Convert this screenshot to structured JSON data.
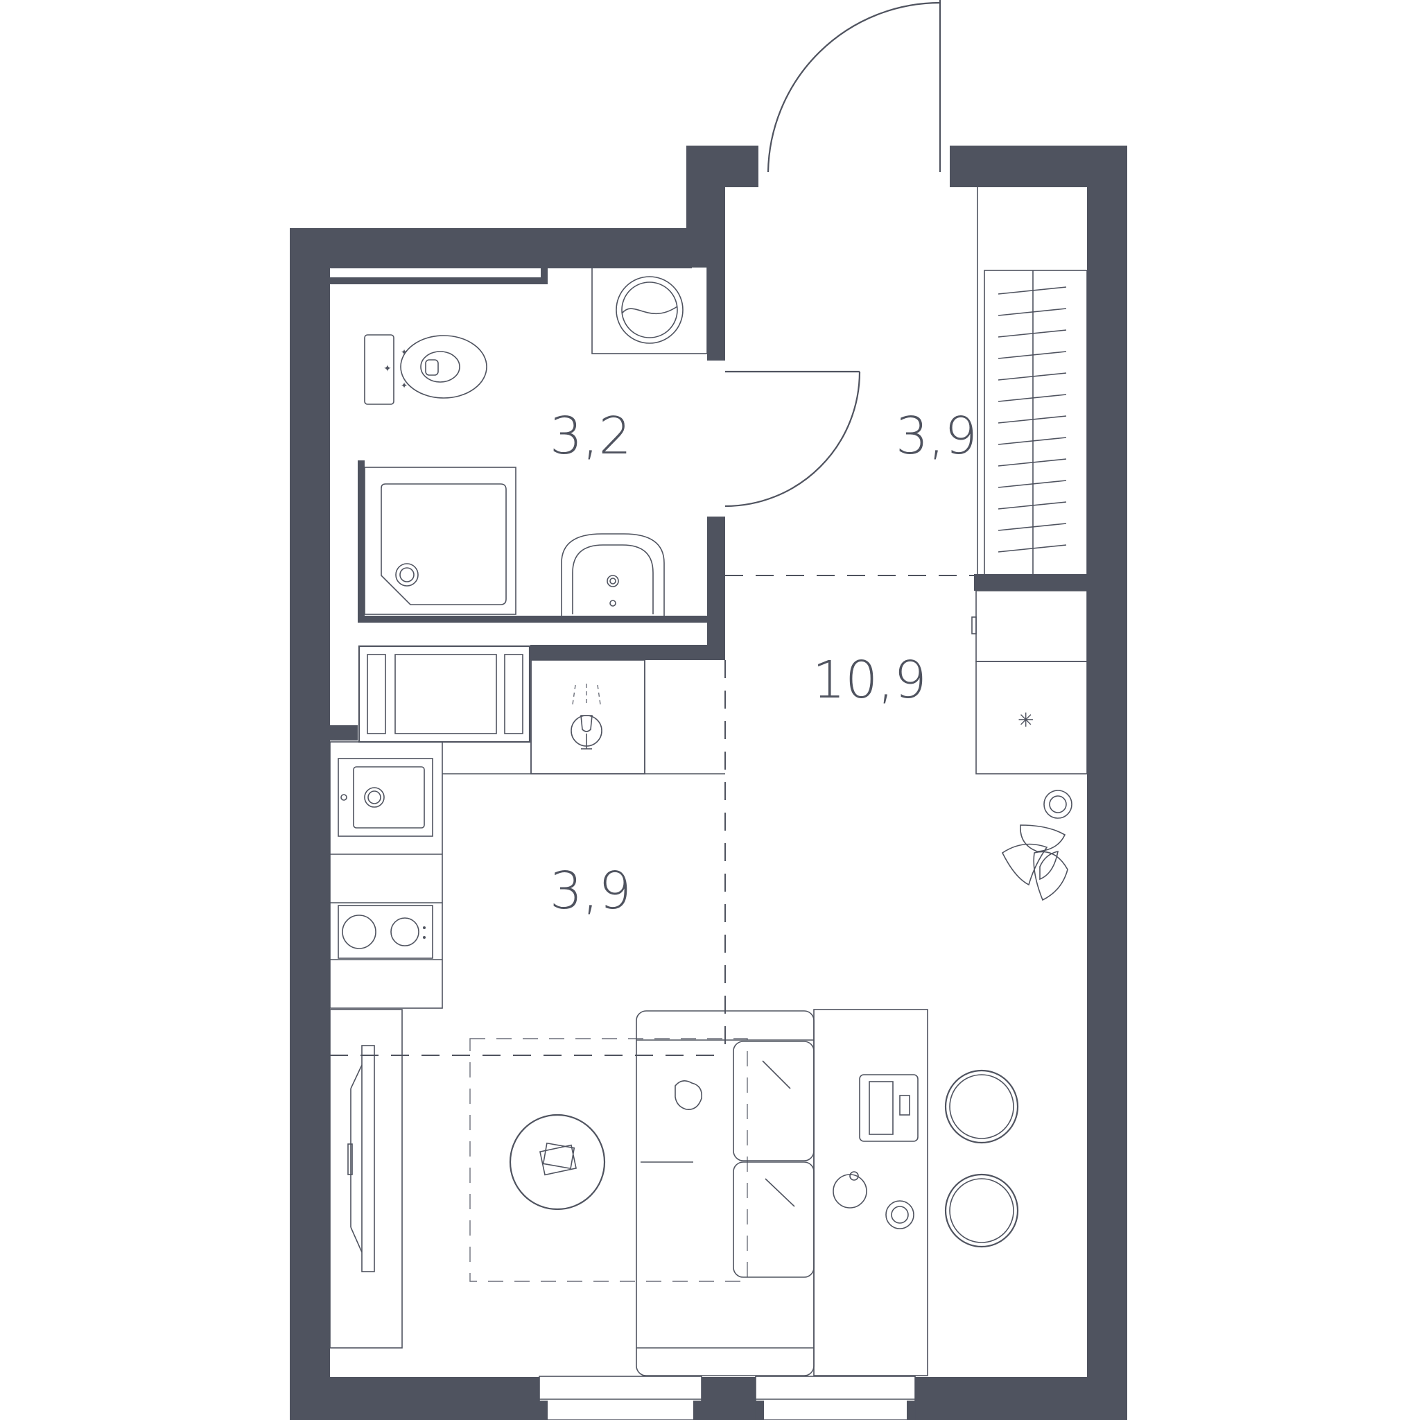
{
  "colors": {
    "wall": "#4f535f",
    "background": "#ffffff"
  },
  "rooms": [
    {
      "id": "bathroom",
      "area": "3,2"
    },
    {
      "id": "hallway",
      "area": "3,9"
    },
    {
      "id": "living-room",
      "area": "10,9"
    },
    {
      "id": "kitchen",
      "area": "3,9"
    }
  ]
}
